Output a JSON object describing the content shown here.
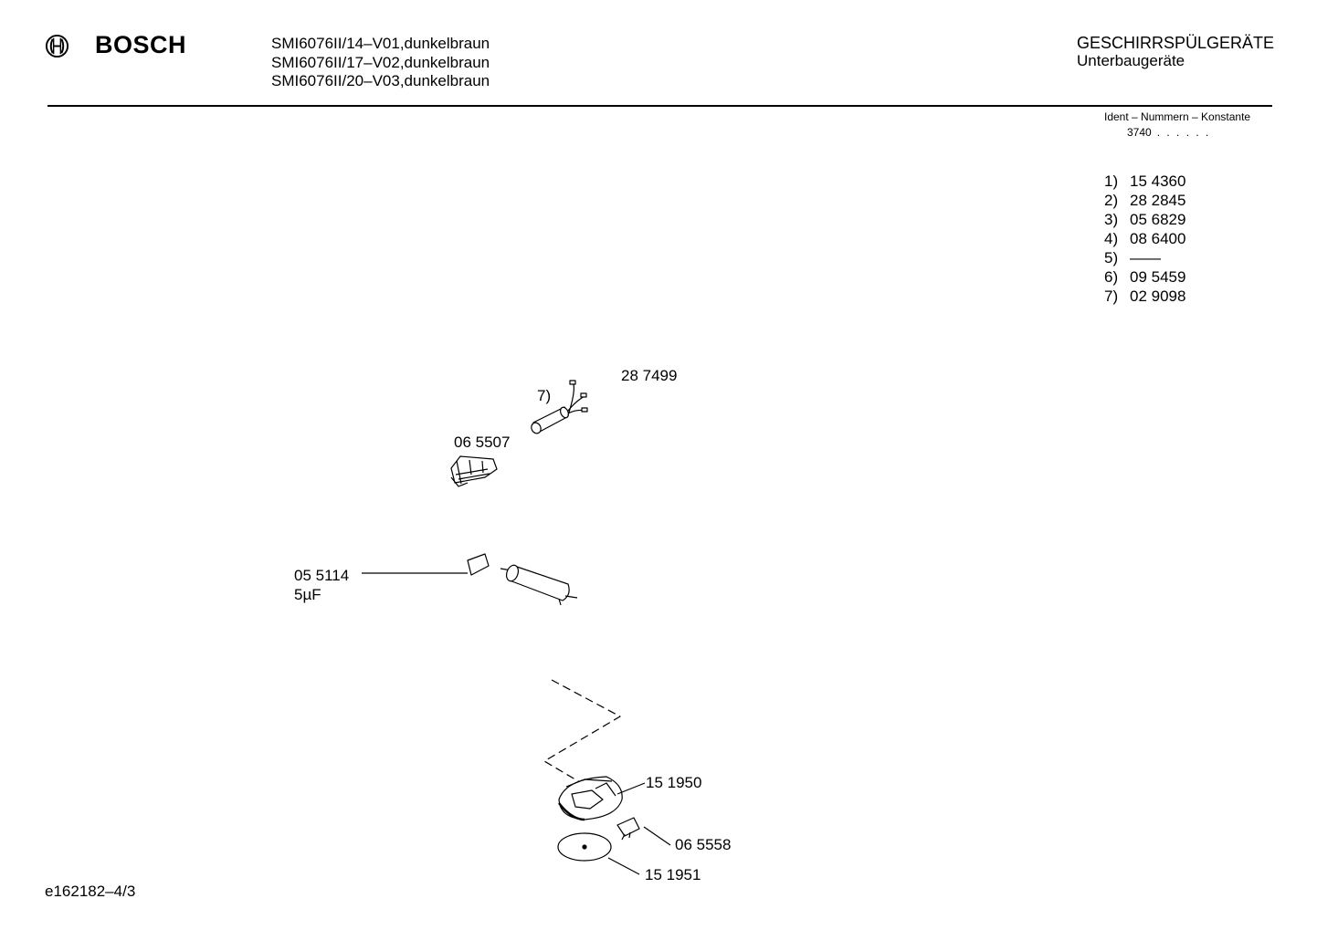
{
  "header": {
    "brand": "BOSCH",
    "models": [
      "SMI6076II/14–V01,dunkelbraun",
      "SMI6076II/17–V02,dunkelbraun",
      "SMI6076II/20–V03,dunkelbraun"
    ],
    "category_title": "GESCHIRRSPÜLGERÄTE",
    "category_subtitle": "Unterbaugeräte"
  },
  "ident": {
    "title": "Ident – Nummern – Konstante",
    "code": "3740",
    "dots": ". .   . . . .",
    "items": [
      {
        "num": "1)",
        "value": "15 4360"
      },
      {
        "num": "2)",
        "value": "28 2845"
      },
      {
        "num": "3)",
        "value": "05 6829"
      },
      {
        "num": "4)",
        "value": "08 6400"
      },
      {
        "num": "5)",
        "value": "——"
      },
      {
        "num": "6)",
        "value": "09 5459"
      },
      {
        "num": "7)",
        "value": "02 9098"
      }
    ]
  },
  "parts": {
    "p287499": "28 7499",
    "p287499_ref": "7)",
    "p065507": "06 5507",
    "p055114": "05 5114",
    "p055114_spec": "5µF",
    "p151950": "15 1950",
    "p065558": "06 5558",
    "p151951": "15 1951"
  },
  "footer": {
    "doc_code": "e162182–4/3"
  }
}
